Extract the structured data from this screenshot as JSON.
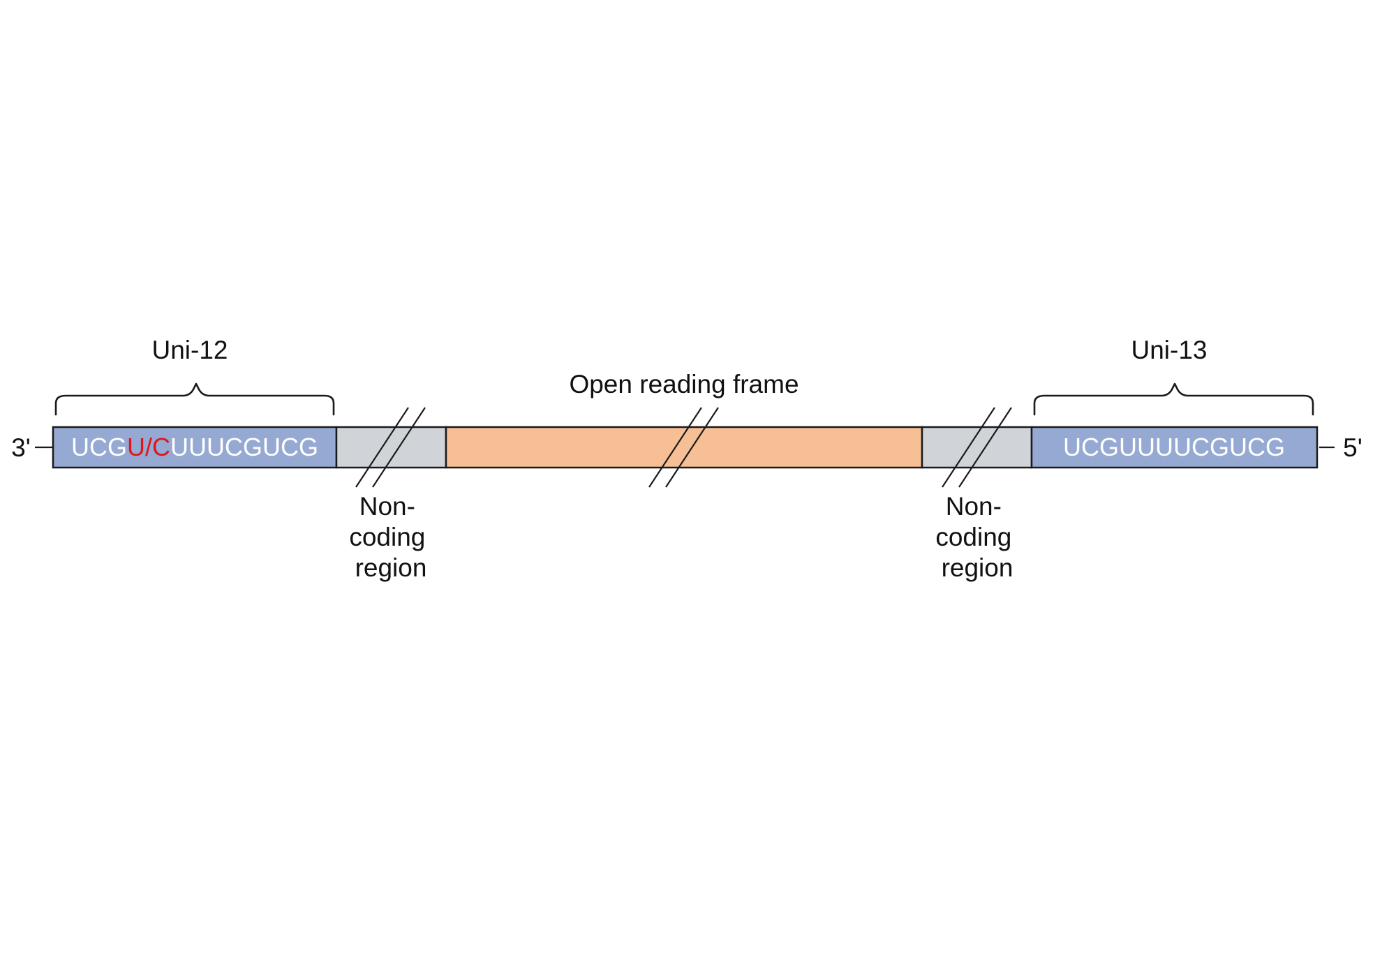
{
  "labels": {
    "uni12": "Uni-12",
    "uni13": "Uni-13",
    "orf": "Open reading frame",
    "end_left": "3'",
    "end_right": "5'",
    "noncoding_left": [
      "Non-",
      "coding",
      "region"
    ],
    "noncoding_right": [
      "Non-",
      "coding",
      "region"
    ]
  },
  "sequences": {
    "left_prefix": "UCG",
    "left_variant": "U/C",
    "left_suffix": "UUUCGUCG",
    "right": "UCGUUUUCGUCG"
  },
  "colors": {
    "terminal_region": "#96a9d3",
    "noncoding_region": "#d0d4d9",
    "orf_region": "#f7bf95",
    "variant_text": "#e0151b",
    "sequence_text": "#ffffff",
    "outline": "#1a1a1a"
  }
}
